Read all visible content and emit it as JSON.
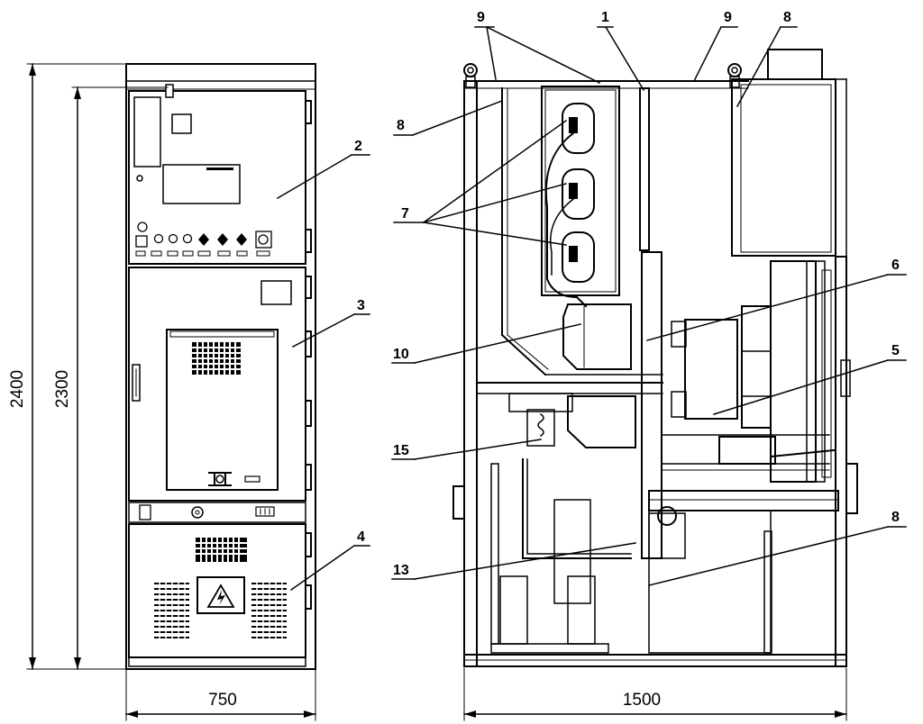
{
  "dimensions": {
    "front_total_height": "2400",
    "front_panel_height": "2300",
    "front_width": "750",
    "side_depth": "1500"
  },
  "callouts": {
    "c1": "1",
    "c2": "2",
    "c3": "3",
    "c4": "4",
    "c5": "5",
    "c6": "6",
    "c7": "7",
    "c8a": "8",
    "c8b": "8",
    "c8c": "8",
    "c9a": "9",
    "c9b": "9",
    "c10": "10",
    "c13": "13",
    "c15": "15"
  },
  "icons": {
    "warning": "high-voltage-warning-icon"
  }
}
